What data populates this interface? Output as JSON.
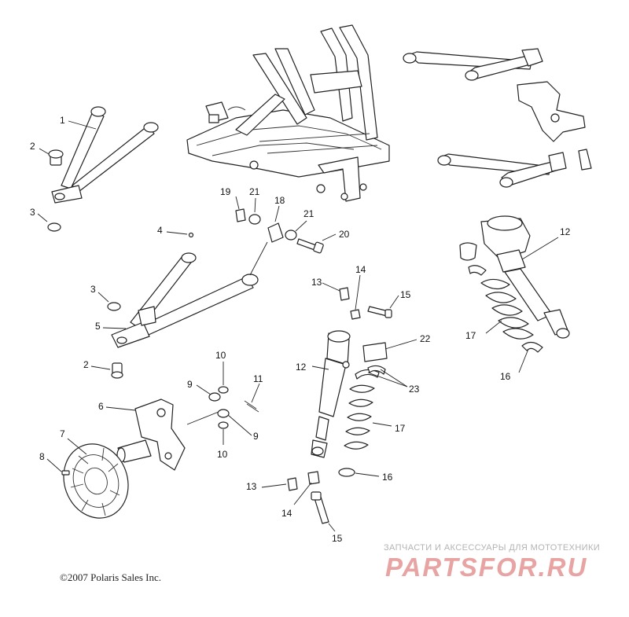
{
  "diagram": {
    "copyright": "©2007 Polaris Sales Inc.",
    "callouts": [
      {
        "label": "1"
      },
      {
        "label": "2"
      },
      {
        "label": "3"
      },
      {
        "label": "4"
      },
      {
        "label": "3"
      },
      {
        "label": "5"
      },
      {
        "label": "2"
      },
      {
        "label": "6"
      },
      {
        "label": "7"
      },
      {
        "label": "8"
      },
      {
        "label": "19"
      },
      {
        "label": "21"
      },
      {
        "label": "18"
      },
      {
        "label": "21"
      },
      {
        "label": "20"
      },
      {
        "label": "13"
      },
      {
        "label": "14"
      },
      {
        "label": "15"
      },
      {
        "label": "12"
      },
      {
        "label": "22"
      },
      {
        "label": "23"
      },
      {
        "label": "17"
      },
      {
        "label": "16"
      },
      {
        "label": "13"
      },
      {
        "label": "14"
      },
      {
        "label": "15"
      },
      {
        "label": "10"
      },
      {
        "label": "9"
      },
      {
        "label": "11"
      },
      {
        "label": "9"
      },
      {
        "label": "10"
      },
      {
        "label": "12"
      },
      {
        "label": "17"
      },
      {
        "label": "16"
      }
    ]
  },
  "watermark": {
    "tagline": "ЗАПЧАСТИ И АКСЕССУАРЫ ДЛЯ МОТОТЕХНИКИ",
    "logo_text": "PARTSFOR.RU",
    "color": "#e8a3a3"
  }
}
